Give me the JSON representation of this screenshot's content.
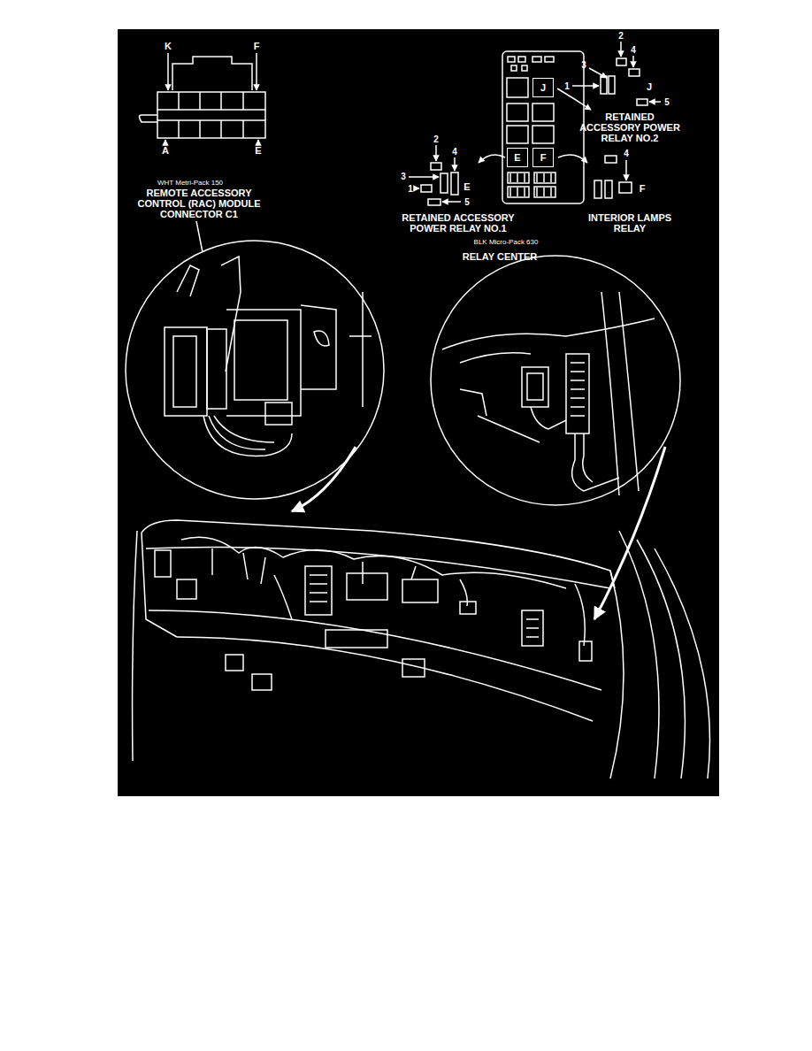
{
  "diagram": {
    "nodes": [
      {
        "text": [
          "J"
        ]
      },
      {
        "text": [
          "E"
        ]
      },
      {
        "text": [
          "F"
        ]
      }
    ],
    "labels": [
      "K",
      "F",
      "A",
      "E",
      "WHT Metri-Pack 150",
      "REMOTE ACCESSORY CONTROL (RAC) MODULE CONNECTOR C1",
      "2",
      "4",
      "3",
      "1",
      "J",
      "5",
      "RETAINED ACCESSORY POWER RELAY NO.2",
      "2",
      "4",
      "3",
      "E",
      "1",
      "5",
      "RETAINED ACCESSORY POWER RELAY NO.1",
      "4",
      "F",
      "INTERIOR LAMPS RELAY",
      "BLK Micro-Pack 630",
      "RELAY CENTER"
    ]
  }
}
